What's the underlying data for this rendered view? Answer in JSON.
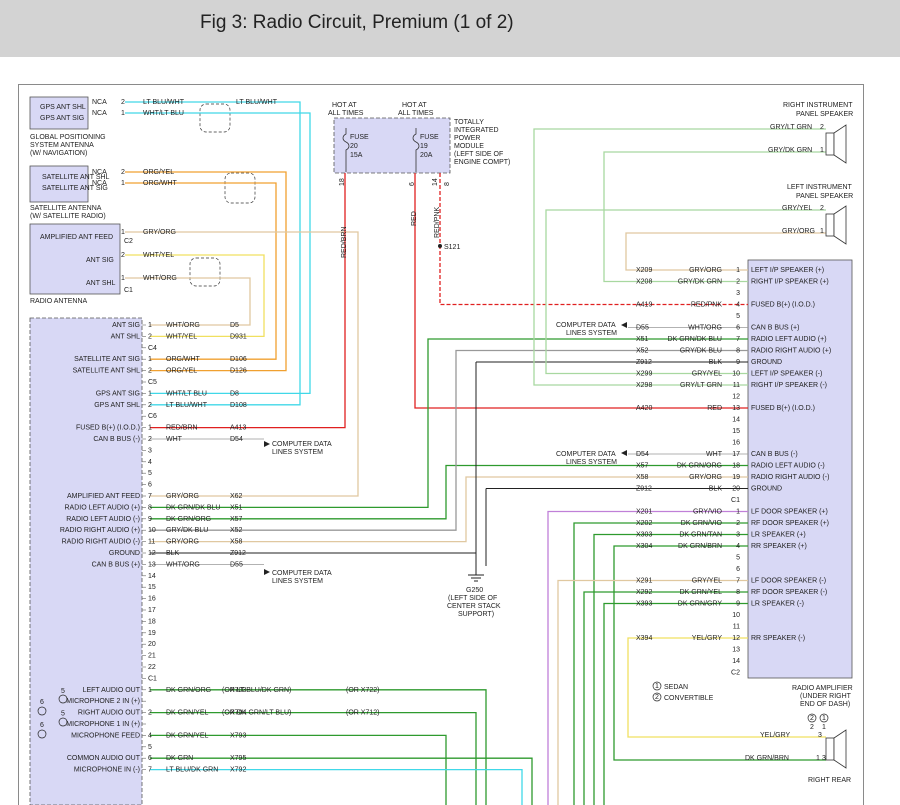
{
  "header": {
    "title": "Fig 3: Radio Circuit, Premium (1 of 2)"
  },
  "colors": {
    "header_bg": "#d3d3d3",
    "component_fill": "#d8d8f5",
    "wire_red": "#e02020",
    "wire_green": "#2e9a2e",
    "wire_orange": "#f0a030",
    "wire_cyan": "#40d8e8",
    "wire_tan": "#e0c8a0",
    "wire_gray": "#999999",
    "wire_purple": "#c080d8",
    "wire_yellow": "#f0e060",
    "wire_black": "#222222",
    "wire_lightgreen": "#a8d8a0"
  },
  "components": {
    "gps_box": {
      "pins": [
        "GPS ANT SHL",
        "GPS ANT SIG"
      ],
      "label": [
        "GLOBAL POSITIONING",
        "SYSTEM ANTENNA",
        "(W/ NAVIGATION)"
      ]
    },
    "sat_box": {
      "pins": [
        "SATELLITE ANT SHL",
        "SATELLITE ANT SIG"
      ],
      "label": [
        "SATELLITE ANTENNA",
        "(W/ SATELLITE RADIO)"
      ]
    },
    "radio_ant_box": {
      "pins": [
        "AMPLIFIED ANT FEED",
        "ANT SIG",
        "ANT SHL"
      ],
      "label": "RADIO ANTENNA"
    },
    "tipm": {
      "fuse1": [
        "FUSE",
        "20",
        "15A"
      ],
      "fuse2": [
        "FUSE",
        "19",
        "20A"
      ],
      "hot1": [
        "HOT AT",
        "ALL TIMES"
      ],
      "hot2": [
        "HOT AT",
        "ALL TIMES"
      ],
      "label": [
        "TOTALLY",
        "INTEGRATED",
        "POWER",
        "MODULE",
        "(LEFT SIDE OF",
        "ENGINE COMPT)"
      ]
    },
    "right_ip_speaker": {
      "label": [
        "RIGHT INSTRUMENT",
        "PANEL SPEAKER"
      ]
    },
    "left_ip_speaker": {
      "label": [
        "LEFT INSTRUMENT",
        "PANEL SPEAKER"
      ]
    },
    "amp": {
      "label": [
        "RADIO AMPLIFIER",
        "(UNDER RIGHT",
        "END OF DASH)"
      ]
    },
    "right_rear_speaker": {
      "label": [
        "RIGHT REAR"
      ]
    }
  },
  "left_small_wires": [
    {
      "pin": "2",
      "tag": "NCA",
      "color": "LT BLU/WHT"
    },
    {
      "pin": "1",
      "tag": "NCA",
      "color": "WHT/LT BLU"
    },
    {
      "pin": "2",
      "tag": "NCA",
      "color": "ORG/YEL"
    },
    {
      "pin": "1",
      "tag": "NCA",
      "color": "ORG/WHT"
    },
    {
      "pin": "1",
      "tag": "",
      "color": "GRY/ORG"
    },
    {
      "pin": "2",
      "tag": "",
      "color": "WHT/YEL"
    },
    {
      "pin": "1",
      "tag": "",
      "color": "WHT/ORG"
    }
  ],
  "misc_labels": {
    "gps_right_color": "LT BLU/WHT",
    "conn_c2": "C2",
    "conn_c1": "C1",
    "fuse_pins": [
      "18",
      "6",
      "14",
      "8"
    ],
    "fuse_wire_colors": [
      "RED/BRN",
      "RED",
      "RED/PNK"
    ],
    "splice": "S121",
    "ground_label": [
      "G250",
      "(LEFT SIDE OF",
      "CENTER STACK",
      "SUPPORT)"
    ],
    "cds_label": [
      "COMPUTER DATA",
      "LINES SYSTEM"
    ],
    "notes": [
      {
        "num": "1",
        "text": "SEDAN"
      },
      {
        "num": "2",
        "text": "CONVERTIBLE"
      }
    ],
    "right_ip_wires": [
      {
        "color": "GRY/LT GRN",
        "pin": "2"
      },
      {
        "color": "GRY/DK GRN",
        "pin": "1"
      }
    ],
    "left_ip_wires": [
      {
        "color": "GRY/YEL",
        "pin": "2"
      },
      {
        "color": "GRY/ORG",
        "pin": "1"
      }
    ],
    "rr_wires": [
      {
        "color": "YEL/GRY",
        "pin": "3"
      },
      {
        "color": "DK GRN/BRN",
        "pin": "1"
      },
      {
        "color": "",
        "pin": "3"
      }
    ],
    "rr_connector": [
      "2",
      "1"
    ]
  },
  "radio_rows": [
    {
      "name": "ANT SIG",
      "pin": "1",
      "color": "WHT/ORG",
      "circuit": "D5"
    },
    {
      "name": "ANT SHL",
      "pin": "2",
      "color": "WHT/YEL",
      "circuit": "D931"
    },
    {
      "name": "",
      "pin": "C4",
      "color": "",
      "circuit": ""
    },
    {
      "name": "SATELLITE ANT SIG",
      "pin": "1",
      "color": "ORG/WHT",
      "circuit": "D106"
    },
    {
      "name": "SATELLITE ANT SHL",
      "pin": "2",
      "color": "ORG/YEL",
      "circuit": "D126"
    },
    {
      "name": "",
      "pin": "C5",
      "color": "",
      "circuit": ""
    },
    {
      "name": "GPS ANT SIG",
      "pin": "1",
      "color": "WHT/LT BLU",
      "circuit": "D8"
    },
    {
      "name": "GPS ANT SHL",
      "pin": "2",
      "color": "LT BLU/WHT",
      "circuit": "D108"
    },
    {
      "name": "",
      "pin": "C6",
      "color": "",
      "circuit": ""
    },
    {
      "name": "FUSED B(+) (I.O.D.)",
      "pin": "1",
      "color": "RED/BRN",
      "circuit": "A413"
    },
    {
      "name": "CAN B BUS (-)",
      "pin": "2",
      "color": "WHT",
      "circuit": "D54"
    },
    {
      "name": "",
      "pin": "3",
      "color": "",
      "circuit": ""
    },
    {
      "name": "",
      "pin": "4",
      "color": "",
      "circuit": ""
    },
    {
      "name": "",
      "pin": "5",
      "color": "",
      "circuit": ""
    },
    {
      "name": "",
      "pin": "6",
      "color": "",
      "circuit": ""
    },
    {
      "name": "AMPLIFIED ANT FEED",
      "pin": "7",
      "color": "GRY/ORG",
      "circuit": "X62"
    },
    {
      "name": "RADIO LEFT AUDIO (+)",
      "pin": "8",
      "color": "DK GRN/DK BLU",
      "circuit": "X51"
    },
    {
      "name": "RADIO LEFT AUDIO (-)",
      "pin": "9",
      "color": "DK GRN/ORG",
      "circuit": "X57"
    },
    {
      "name": "RADIO RIGHT AUDIO (+)",
      "pin": "10",
      "color": "GRY/DK BLU",
      "circuit": "X52"
    },
    {
      "name": "RADIO RIGHT AUDIO (-)",
      "pin": "11",
      "color": "GRY/ORG",
      "circuit": "X58"
    },
    {
      "name": "GROUND",
      "pin": "12",
      "color": "BLK",
      "circuit": "Z912"
    },
    {
      "name": "CAN B BUS (+)",
      "pin": "13",
      "color": "WHT/ORG",
      "circuit": "D55"
    },
    {
      "name": "",
      "pin": "14",
      "color": "",
      "circuit": ""
    },
    {
      "name": "",
      "pin": "15",
      "color": "",
      "circuit": ""
    },
    {
      "name": "",
      "pin": "16",
      "color": "",
      "circuit": ""
    },
    {
      "name": "",
      "pin": "17",
      "color": "",
      "circuit": ""
    },
    {
      "name": "",
      "pin": "18",
      "color": "",
      "circuit": ""
    },
    {
      "name": "",
      "pin": "19",
      "color": "",
      "circuit": ""
    },
    {
      "name": "",
      "pin": "20",
      "color": "",
      "circuit": ""
    },
    {
      "name": "",
      "pin": "21",
      "color": "",
      "circuit": ""
    },
    {
      "name": "",
      "pin": "22",
      "color": "",
      "circuit": ""
    },
    {
      "name": "",
      "pin": "C1",
      "color": "",
      "circuit": ""
    },
    {
      "name": "LEFT AUDIO OUT",
      "pin": "1",
      "color": "DK GRN/ORG",
      "circuit": "X703",
      "note": "5",
      "alt_color": "(OR LT BLU/DK GRN)",
      "alt_circuit": "(OR X722)"
    },
    {
      "name": "MICROPHONE 2 IN (+)",
      "pin": "",
      "color": "",
      "circuit": "",
      "note": "6"
    },
    {
      "name": "RIGHT AUDIO OUT",
      "pin": "2",
      "color": "DK GRN/YEL",
      "circuit": "X704",
      "note": "5",
      "alt_color": "(OR DK GRN/LT BLU)",
      "alt_circuit": "(OR X712)"
    },
    {
      "name": "MICROPHONE 1 IN (+)",
      "pin": "",
      "color": "",
      "circuit": "",
      "note": "6"
    },
    {
      "name": "MICROPHONE FEED",
      "pin": "4",
      "color": "DK GRN/YEL",
      "circuit": "X793"
    },
    {
      "name": "",
      "pin": "5",
      "color": "",
      "circuit": ""
    },
    {
      "name": "COMMON AUDIO OUT",
      "pin": "6",
      "color": "DK GRN",
      "circuit": "X795"
    },
    {
      "name": "MICROPHONE IN (-)",
      "pin": "7",
      "color": "LT BLU/DK GRN",
      "circuit": "X792"
    }
  ],
  "amp_rows": [
    {
      "circuit": "X209",
      "color": "GRY/ORG",
      "pin": "1",
      "name": "LEFT I/P SPEAKER (+)"
    },
    {
      "circuit": "X208",
      "color": "GRY/DK GRN",
      "pin": "2",
      "name": "RIGHT I/P SPEAKER (+)"
    },
    {
      "circuit": "",
      "color": "",
      "pin": "3",
      "name": ""
    },
    {
      "circuit": "A419",
      "color": "RED/PNK",
      "pin": "4",
      "name": "FUSED B(+) (I.O.D.)"
    },
    {
      "circuit": "",
      "color": "",
      "pin": "5",
      "name": ""
    },
    {
      "circuit": "D55",
      "color": "WHT/ORG",
      "pin": "6",
      "name": "CAN B BUS (+)"
    },
    {
      "circuit": "X51",
      "color": "DK GRN/DK BLU",
      "pin": "7",
      "name": "RADIO LEFT AUDIO (+)"
    },
    {
      "circuit": "X52",
      "color": "GRY/DK BLU",
      "pin": "8",
      "name": "RADIO RIGHT AUDIO (+)"
    },
    {
      "circuit": "Z912",
      "color": "BLK",
      "pin": "9",
      "name": "GROUND"
    },
    {
      "circuit": "X299",
      "color": "GRY/YEL",
      "pin": "10",
      "name": "LEFT I/P SPEAKER (-)"
    },
    {
      "circuit": "X298",
      "color": "GRY/LT GRN",
      "pin": "11",
      "name": "RIGHT I/P SPEAKER (-)"
    },
    {
      "circuit": "",
      "color": "",
      "pin": "12",
      "name": ""
    },
    {
      "circuit": "A420",
      "color": "RED",
      "pin": "13",
      "name": "FUSED B(+) (I.O.D.)"
    },
    {
      "circuit": "",
      "color": "",
      "pin": "14",
      "name": ""
    },
    {
      "circuit": "",
      "color": "",
      "pin": "15",
      "name": ""
    },
    {
      "circuit": "",
      "color": "",
      "pin": "16",
      "name": ""
    },
    {
      "circuit": "D54",
      "color": "WHT",
      "pin": "17",
      "name": "CAN B BUS (-)"
    },
    {
      "circuit": "X57",
      "color": "DK GRN/ORG",
      "pin": "18",
      "name": "RADIO LEFT AUDIO (-)"
    },
    {
      "circuit": "X58",
      "color": "GRY/ORG",
      "pin": "19",
      "name": "RADIO RIGHT AUDIO (-)"
    },
    {
      "circuit": "Z912",
      "color": "BLK",
      "pin": "20",
      "name": "GROUND"
    },
    {
      "circuit": "",
      "color": "",
      "pin": "C1",
      "name": ""
    },
    {
      "circuit": "X201",
      "color": "GRY/VIO",
      "pin": "1",
      "name": "LF DOOR SPEAKER (+)"
    },
    {
      "circuit": "X202",
      "color": "DK GRN/VIO",
      "pin": "2",
      "name": "RF DOOR SPEAKER (+)"
    },
    {
      "circuit": "X303",
      "color": "DK GRN/TAN",
      "pin": "3",
      "name": "LR SPEAKER (+)"
    },
    {
      "circuit": "X304",
      "color": "DK GRN/BRN",
      "pin": "4",
      "name": "RR SPEAKER (+)"
    },
    {
      "circuit": "",
      "color": "",
      "pin": "5",
      "name": ""
    },
    {
      "circuit": "",
      "color": "",
      "pin": "6",
      "name": ""
    },
    {
      "circuit": "X291",
      "color": "GRY/YEL",
      "pin": "7",
      "name": "LF DOOR SPEAKER (-)"
    },
    {
      "circuit": "X292",
      "color": "DK GRN/YEL",
      "pin": "8",
      "name": "RF DOOR SPEAKER (-)"
    },
    {
      "circuit": "X393",
      "color": "DK GRN/GRY",
      "pin": "9",
      "name": "LR SPEAKER (-)"
    },
    {
      "circuit": "",
      "color": "",
      "pin": "10",
      "name": ""
    },
    {
      "circuit": "",
      "color": "",
      "pin": "11",
      "name": ""
    },
    {
      "circuit": "X394",
      "color": "YEL/GRY",
      "pin": "12",
      "name": "RR SPEAKER (-)"
    },
    {
      "circuit": "",
      "color": "",
      "pin": "13",
      "name": ""
    },
    {
      "circuit": "",
      "color": "",
      "pin": "14",
      "name": ""
    },
    {
      "circuit": "",
      "color": "",
      "pin": "C2",
      "name": ""
    }
  ]
}
